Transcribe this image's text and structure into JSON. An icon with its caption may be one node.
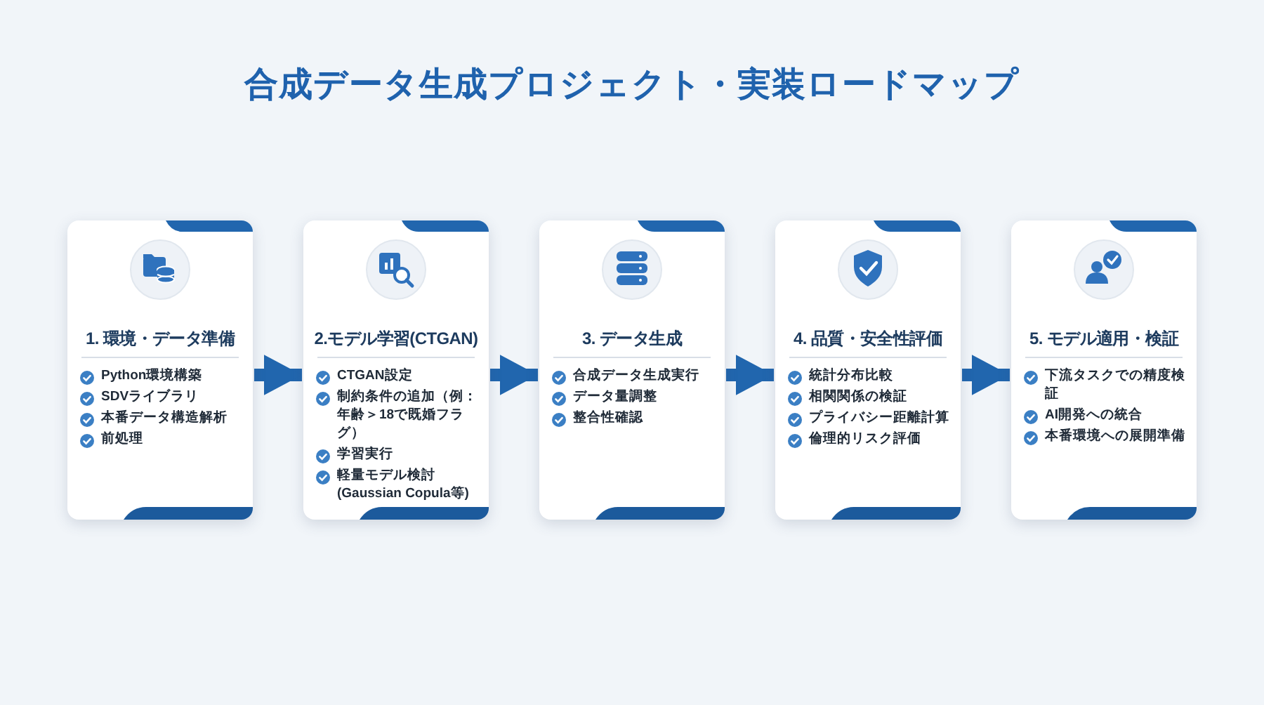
{
  "diagram": {
    "title": "合成データ生成プロジェクト・実装ロードマップ",
    "nodes": [
      {
        "text": [
          "1. 環境・データ準備",
          "Python環境構築",
          "SDVライブラリ",
          "本番データ構造解析",
          "前処理"
        ]
      },
      {
        "text": [
          "2.モデル学習(CTGAN)",
          "CTGAN設定",
          "制約条件の追加（例：年齢＞18で既婚フラグ）",
          "学習実行",
          "軽量モデル検討(Gaussian Copula等)"
        ]
      },
      {
        "text": [
          "3. データ生成",
          "合成データ生成実行",
          "データ量調整",
          "整合性確認"
        ]
      },
      {
        "text": [
          "4. 品質・安全性評価",
          "統計分布比較",
          "相関関係の検証",
          "プライバシー距離計算",
          "倫理的リスク評価"
        ]
      },
      {
        "text": [
          "5. モデル適用・検証",
          "下流タスクでの精度検証",
          "AI開発への統合",
          "本番環境への展開準備"
        ]
      }
    ],
    "edges": [
      {
        "from": 0,
        "to": 1,
        "arrow": "to"
      },
      {
        "from": 1,
        "to": 2,
        "arrow": "to"
      },
      {
        "from": 2,
        "to": 3,
        "arrow": "to"
      },
      {
        "from": 3,
        "to": 4,
        "arrow": "to"
      }
    ]
  }
}
